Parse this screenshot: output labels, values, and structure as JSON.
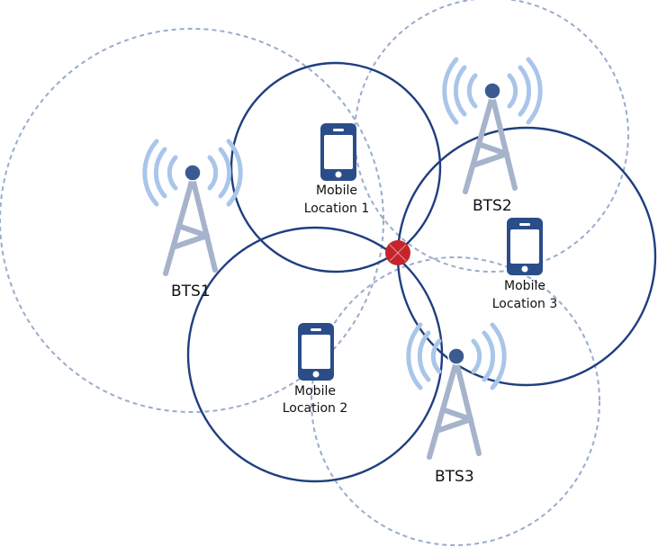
{
  "stations": [
    {
      "label": "BTS1"
    },
    {
      "label": "BTS2"
    },
    {
      "label": "BTS3"
    }
  ],
  "mobiles": [
    {
      "line1": "Mobile",
      "line2": "Location 1"
    },
    {
      "line1": "Mobile",
      "line2": "Location 2"
    },
    {
      "line1": "Mobile",
      "line2": "Location 3"
    }
  ],
  "colors": {
    "coverage": "#9aaccb",
    "mobile_range": "#1f3f7f",
    "tower_body": "#a6b3cb",
    "tower_head": "#3b5a92",
    "radio_waves": "#a9c6ea",
    "phone": "#2a4d8a",
    "intersection": "#c5242c"
  }
}
